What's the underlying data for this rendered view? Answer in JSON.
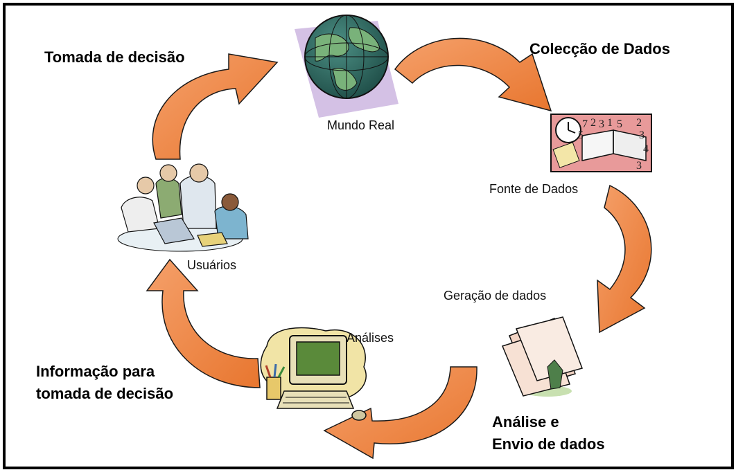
{
  "steps": {
    "tomada_decisao": "Tomada de decisão",
    "coleccao_dados": "Colecção de Dados",
    "informacao_line1": "Informação para",
    "informacao_line2": "tomada de decisão",
    "analise_line1": "Análise e",
    "analise_line2": "Envio de dados"
  },
  "nodes": {
    "mundo_real": "Mundo Real",
    "fonte_dados": "Fonte de Dados",
    "geracao_dados": "Geração de dados",
    "analises": "Análises",
    "usuarios": "Usuários"
  },
  "book_digits": [
    "7",
    "2",
    "3",
    "1",
    "5",
    "2",
    "5",
    "3",
    "4",
    "3"
  ],
  "colors": {
    "arrow": "#f08a4b",
    "arrow_outline": "#1a1a1a",
    "frame": "#000000",
    "globe_ocean": "#2f6f66",
    "globe_land": "#79b27a",
    "globe_backdrop": "#cdb6e0",
    "monitor": "#e8e0b8",
    "screen": "#5a8a3a",
    "blob": "#f1e4a6",
    "book_bg": "#e89a9a"
  }
}
